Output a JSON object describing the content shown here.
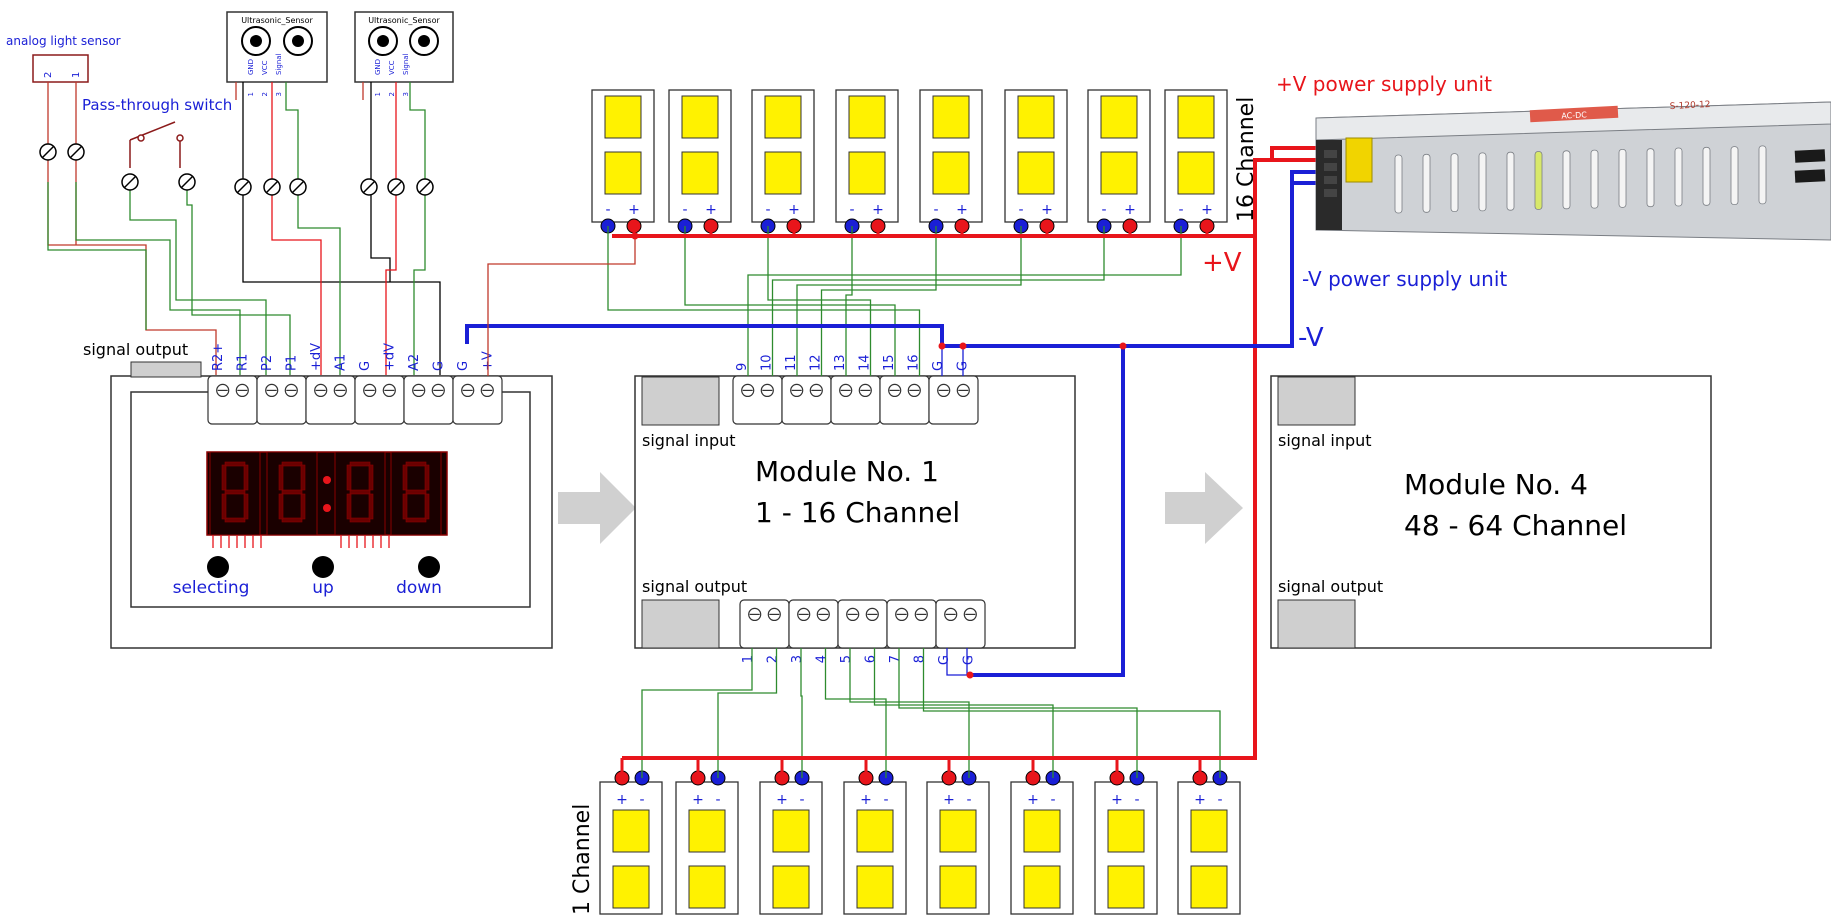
{
  "labels": {
    "analog_light_sensor": "analog light sensor",
    "analog_sensor_pin2": "2",
    "analog_sensor_pin1": "1",
    "pass_through_switch": "Pass-through switch",
    "ultrasonic_sensor": "Ultrasonic_Sensor",
    "us_pin_nums": [
      "1",
      "2",
      "3"
    ],
    "us_pin_names": [
      "GND",
      "VCC",
      "Signal"
    ],
    "signal_output": "signal output",
    "signal_input": "signal input",
    "controller_terminals": [
      "R2+",
      "R1",
      "P2",
      "P1",
      "+dV",
      "A1",
      "G",
      "+dV",
      "A2",
      "G",
      "G",
      "+V"
    ],
    "controller_buttons": [
      "selecting",
      "up",
      "down"
    ],
    "module1_top_terminals": [
      "9",
      "10",
      "11",
      "12",
      "13",
      "14",
      "15",
      "16",
      "G",
      "G"
    ],
    "module1_bottom_terminals": [
      "1",
      "2",
      "3",
      "4",
      "5",
      "6",
      "7",
      "8",
      "G",
      "G"
    ],
    "module1_title": "Module No. 1",
    "module1_channels": "1 - 16 Channel",
    "module4_title": "Module No. 4",
    "module4_channels": "48 - 64 Channel",
    "channel_16": "16 Channel",
    "channel_1": "1 Channel",
    "psu_plus_label": "+V power supply unit",
    "psu_minus_label": "-V power supply unit",
    "plus_v": "+V",
    "minus_v": "-V",
    "minus_sign": "-",
    "plus_sign": "+",
    "psu_brand": "AC-DC",
    "psu_model": "S-120-12"
  },
  "colors": {
    "red": "#e8151b",
    "blue": "#1a1fd6",
    "green": "#2e8b2e",
    "wire_red": "#c0392b",
    "label_blue": "#1a1fd6",
    "label_red": "#e8151b",
    "led_yellow": "#fff200",
    "display_bg": "#1a0000",
    "display_seg": "#6b0000"
  }
}
